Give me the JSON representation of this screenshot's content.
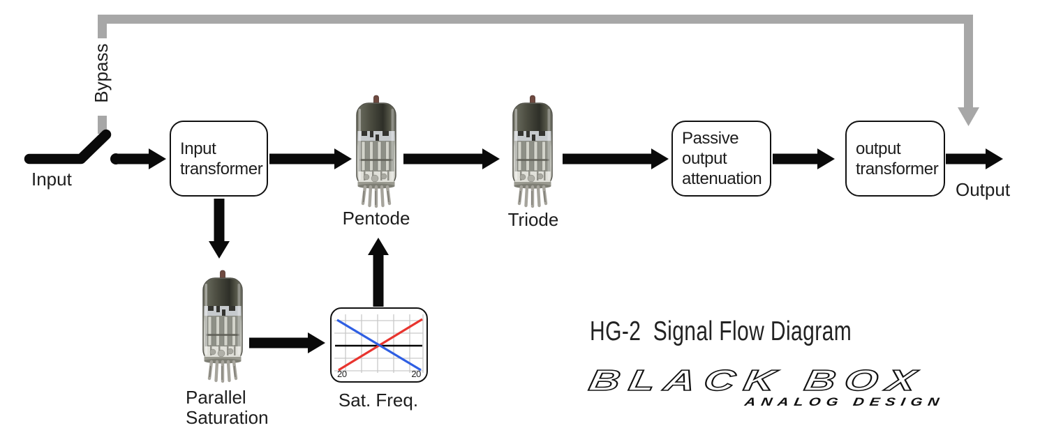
{
  "title": "HG-2  Signal Flow Diagram",
  "labels": {
    "bypass": "Bypass",
    "input": "Input",
    "output": "Output",
    "pentode": "Pentode",
    "triode": "Triode",
    "parallel_saturation": [
      "Parallel",
      "Saturation"
    ],
    "sat_freq": "Sat. Freq."
  },
  "nodes": {
    "input_transformer": {
      "lines": [
        "Input",
        "transformer"
      ]
    },
    "passive_attenuation": {
      "lines": [
        "Passive",
        "output",
        "attenuation"
      ]
    },
    "output_transformer": {
      "lines": [
        "output",
        "transformer"
      ]
    }
  },
  "sat_chart": {
    "type": "line",
    "x_left_label": "20",
    "x_right_label": "20",
    "description": "frequency response thumbnail: flat black line, rising red line (bottom-left to top-right), falling blue line (top-left to bottom-right), crossing at center, grid on",
    "series": [
      {
        "name": "rising-saturation",
        "color": "#e8342e"
      },
      {
        "name": "falling-saturation",
        "color": "#2f5fe3"
      },
      {
        "name": "flat-reference",
        "color": "#000000"
      }
    ]
  },
  "logo": {
    "primary": "BLACK BOX",
    "secondary": "ANALOG DESIGN"
  },
  "colors": {
    "bypass_gray": "#a7a7a7",
    "arrow_black": "#0a0a0a",
    "box_border": "#111111",
    "background": "#ffffff"
  }
}
